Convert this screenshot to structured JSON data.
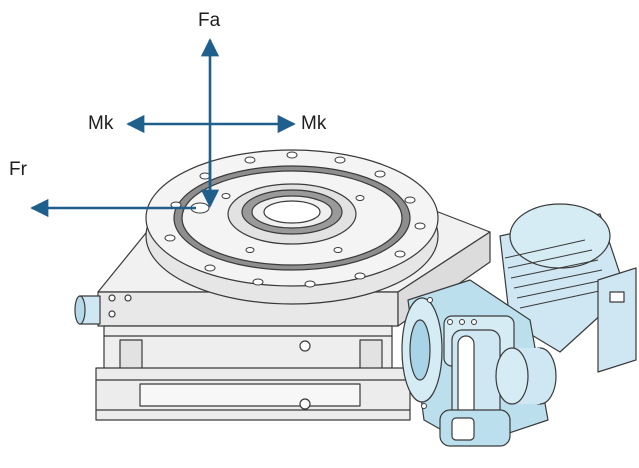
{
  "labels": {
    "axial_force": "Fa",
    "tilting_moment_left": "Mk",
    "tilting_moment_right": "Mk",
    "radial_force": "Fr"
  },
  "colors": {
    "arrow": "#1f5f8b",
    "outline": "#3a3a3a",
    "table_fill": "#f0f0f0",
    "flange_fill": "#f3f3f3",
    "ring_dark": "#8e8e8e",
    "motor_fill": "#d6ecf5",
    "motor_shade": "#a9d3e6"
  }
}
